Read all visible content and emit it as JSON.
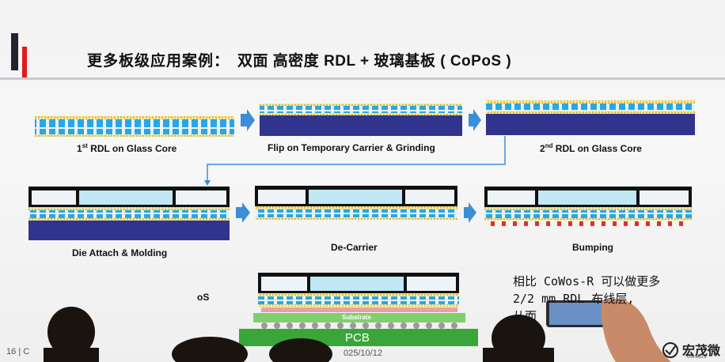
{
  "slide": {
    "title_cn": "更多板级应用案例：",
    "title_rest": "双面 高密度 RDL + 玻璃基板 ( CoPoS )",
    "steps": [
      {
        "prefix": "1",
        "sup": "st",
        "text": " RDL on Glass Core"
      },
      {
        "text": "Flip on Temporary Carrier & Grinding"
      },
      {
        "prefix": "2",
        "sup": "nd",
        "text": " RDL on Glass Core"
      },
      {
        "text": "Die Attach & Molding"
      },
      {
        "text": "De-Carrier"
      },
      {
        "text": "Bumping"
      }
    ],
    "partial_label": "oS",
    "substrate_label": "Substrate",
    "pcb_label": "PCB",
    "note_lines": [
      "相比 CoWos-R 可以做更多",
      "2/2 mm RDL 布线层,",
      "从而"
    ],
    "page_number": "16",
    "footer_partial": "| C",
    "date_partial": "025/10/12",
    "logo_text": "宏茂微",
    "logo_sub": "UN-MOS"
  },
  "colors": {
    "carrier_navy": "#30348c",
    "rdl_cyan": "#2aa6e6",
    "rdl_line_yellow": "#ecd74a",
    "arrow_blue": "#3a8fd8",
    "accent_red": "#e01b1b",
    "pcb_green": "#3aa63a",
    "substrate_green": "#7fcf6e"
  }
}
